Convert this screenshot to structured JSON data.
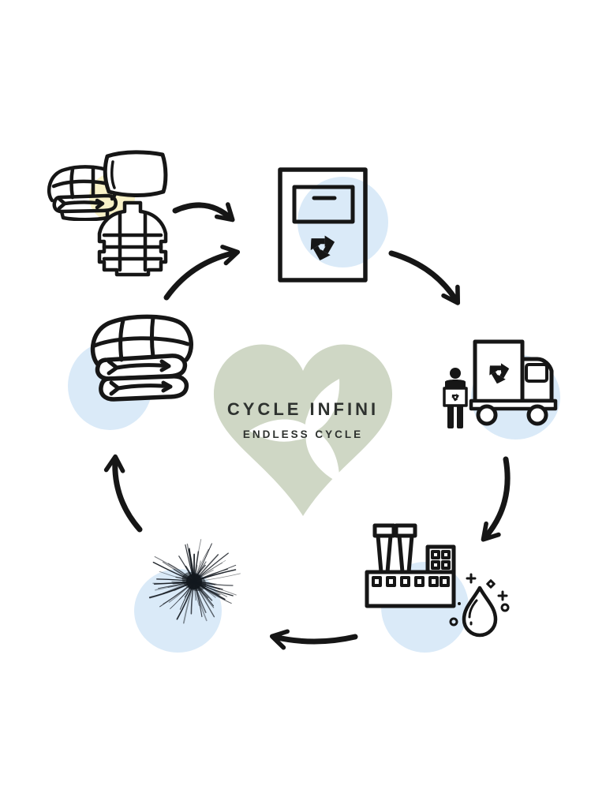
{
  "center": {
    "title": "CYCLE INFINI",
    "subtitle": "ENDLESS CYCLE"
  },
  "palette": {
    "heart_green": "#cfd7c5",
    "text_dark": "#2e322f",
    "blue_circle": "#daeaf8",
    "yellow_circle": "#f9f2c8",
    "ink": "#161616",
    "background": "#ffffff"
  },
  "stages": [
    {
      "id": "used-products",
      "icons": [
        "folded-duvet-icon",
        "pillow-icon",
        "puffer-jacket-icon"
      ]
    },
    {
      "id": "collection-box",
      "icons": [
        "donation-box-icon",
        "recycle-symbol-icon"
      ]
    },
    {
      "id": "pickup-transport",
      "icons": [
        "person-with-box-icon",
        "recycling-truck-icon"
      ]
    },
    {
      "id": "factory-washing",
      "icons": [
        "factory-icon",
        "water-drop-icon",
        "sparkles-icon"
      ]
    },
    {
      "id": "down-feathers",
      "icons": [
        "feather-cluster-icon"
      ]
    },
    {
      "id": "new-duvet",
      "icons": [
        "folded-duvet-icon"
      ]
    }
  ],
  "arrows": [
    {
      "from": "used-products",
      "to": "collection-box"
    },
    {
      "from": "used-products",
      "to": "collection-box"
    },
    {
      "from": "collection-box",
      "to": "pickup-transport"
    },
    {
      "from": "pickup-transport",
      "to": "factory-washing"
    },
    {
      "from": "factory-washing",
      "to": "down-feathers"
    },
    {
      "from": "down-feathers",
      "to": "new-duvet"
    }
  ]
}
